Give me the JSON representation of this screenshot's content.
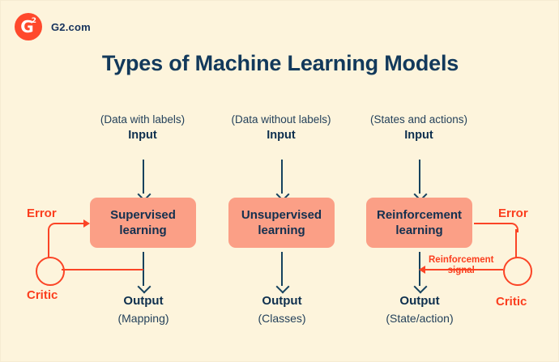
{
  "brand": {
    "logo_icon": "g2-logo-icon",
    "logo_letter": "G",
    "logo_superscript": "2",
    "name": "G2.com",
    "color": "#FF492C"
  },
  "page": {
    "title": "Types of Machine Learning Models",
    "background_color": "#FDF4DC",
    "title_color": "#12395B",
    "box_color": "#FB9F86",
    "accent_red": "#FB4426",
    "arrow_color": "#16425E"
  },
  "columns": [
    {
      "input_note": "(Data with labels)",
      "input_label": "Input",
      "model": "Supervised\nlearning",
      "model_line1": "Supervised",
      "model_line2": "learning",
      "output_label": "Output",
      "output_note": "(Mapping)",
      "feedback": {
        "error_label": "Error",
        "critic_label": "Critic",
        "signal_label": ""
      }
    },
    {
      "input_note": "(Data without labels)",
      "input_label": "Input",
      "model": "Unsupervised\nlearning",
      "model_line1": "Unsupervised",
      "model_line2": "learning",
      "output_label": "Output",
      "output_note": "(Classes)",
      "feedback": null
    },
    {
      "input_note": "(States and actions)",
      "input_label": "Input",
      "model": "Reinforcement\nlearning",
      "model_line1": "Reinforcement",
      "model_line2": "learning",
      "output_label": "Output",
      "output_note": "(State/action)",
      "feedback": {
        "error_label": "Error",
        "critic_label": "Critic",
        "signal_line1": "Reinforcement",
        "signal_line2": "signal"
      }
    }
  ]
}
